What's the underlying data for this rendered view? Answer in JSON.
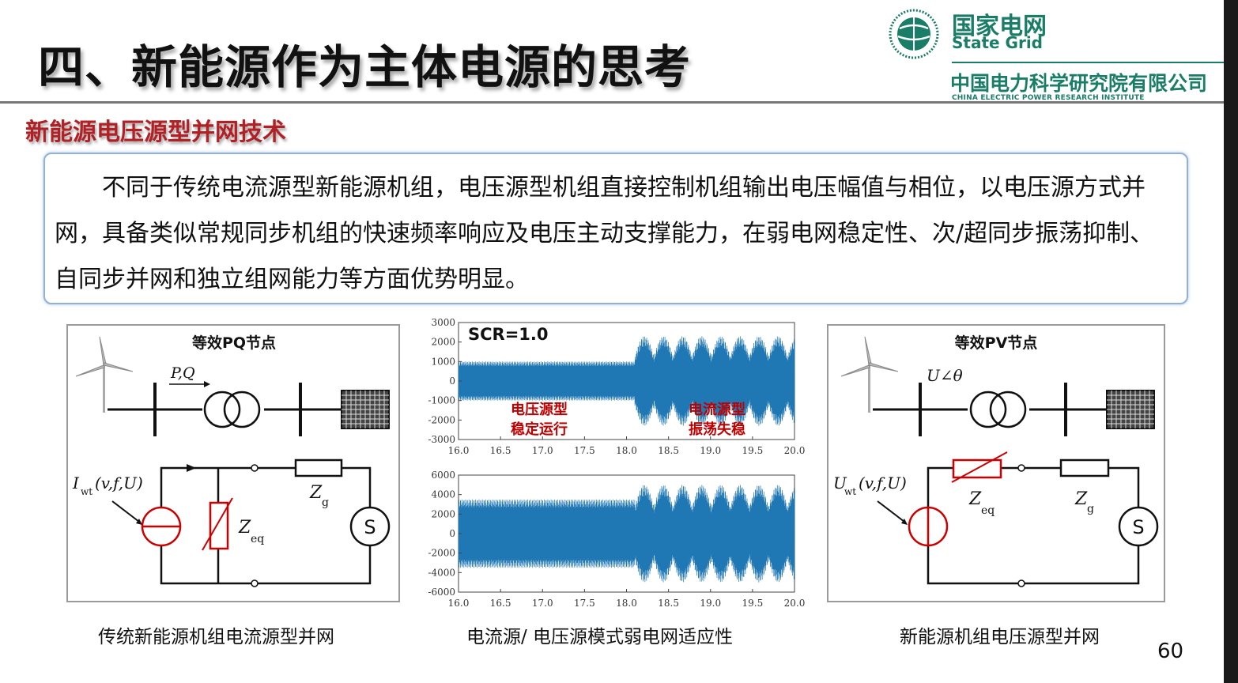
{
  "title": "四、新能源作为主体电源的思考",
  "logo": {
    "cn": "国家电网",
    "en": "State Grid",
    "org_cn": "中国电力科学研究院有限公司",
    "org_en": "CHINA ELECTRIC POWER RESEARCH INSTITUTE",
    "color": "#1a7d67"
  },
  "section_heading": "新能源电压源型并网技术",
  "description": "不同于传统电流源型新能源机组，电压源型机组直接控制机组输出电压幅值与相位，以电压源方式并网，具备类似常规同步机组的快速频率响应及电压主动支撑能力，在弱电网稳定性、次/超同步振荡抑制、自同步并网和独立组网能力等方面优势明显。",
  "left_panel": {
    "title": "等效PQ节点",
    "pq": "P,Q",
    "source": "I",
    "source_sub": "wt",
    "source_args": "(v,f,U)",
    "zeq": "Z",
    "zeq_sub": "eq",
    "zg": "Z",
    "zg_sub": "g",
    "s": "S",
    "caption": "传统新能源机组电流源型并网"
  },
  "right_panel": {
    "title": "等效PV节点",
    "u_angle": "U∠θ",
    "source": "U",
    "source_sub": "wt",
    "source_args": "(v,f,U)",
    "zeq": "Z",
    "zeq_sub": "eq",
    "zg": "Z",
    "zg_sub": "g",
    "s": "S",
    "caption": "新能源机组电压源型并网"
  },
  "middle_caption": "电流源/ 电压源模式弱电网适应性",
  "page_number": "60",
  "chart_data": [
    {
      "type": "line",
      "annotation": "SCR=1.0",
      "label_left_1": "电压源型",
      "label_left_2": "稳定运行",
      "label_right_1": "电流源型",
      "label_right_2": "振荡失稳",
      "x_ticks": [
        "16.0",
        "16.5",
        "17.0",
        "17.5",
        "18.0",
        "18.5",
        "19.0",
        "19.5",
        "20.0"
      ],
      "y_ticks": [
        "3000",
        "2000",
        "1000",
        "0",
        "-1000",
        "-2000",
        "-3000"
      ],
      "xlim": [
        16.0,
        20.0
      ],
      "ylim": [
        -3000,
        3000
      ],
      "stable_amplitude": 1000,
      "transition_x": 18.1,
      "oscillation_peak": 2300,
      "color": "#1f77b4"
    },
    {
      "type": "line",
      "x_ticks": [
        "16.0",
        "16.5",
        "17.0",
        "17.5",
        "18.0",
        "18.5",
        "19.0",
        "19.5",
        "20.0"
      ],
      "y_ticks": [
        "6000",
        "4000",
        "2000",
        "0",
        "-2000",
        "-4000",
        "-6000"
      ],
      "xlim": [
        16.0,
        20.0
      ],
      "ylim": [
        -6000,
        6000
      ],
      "stable_amplitude": 3500,
      "transition_x": 18.1,
      "oscillation_peak": 5000,
      "color": "#1f77b4"
    }
  ]
}
